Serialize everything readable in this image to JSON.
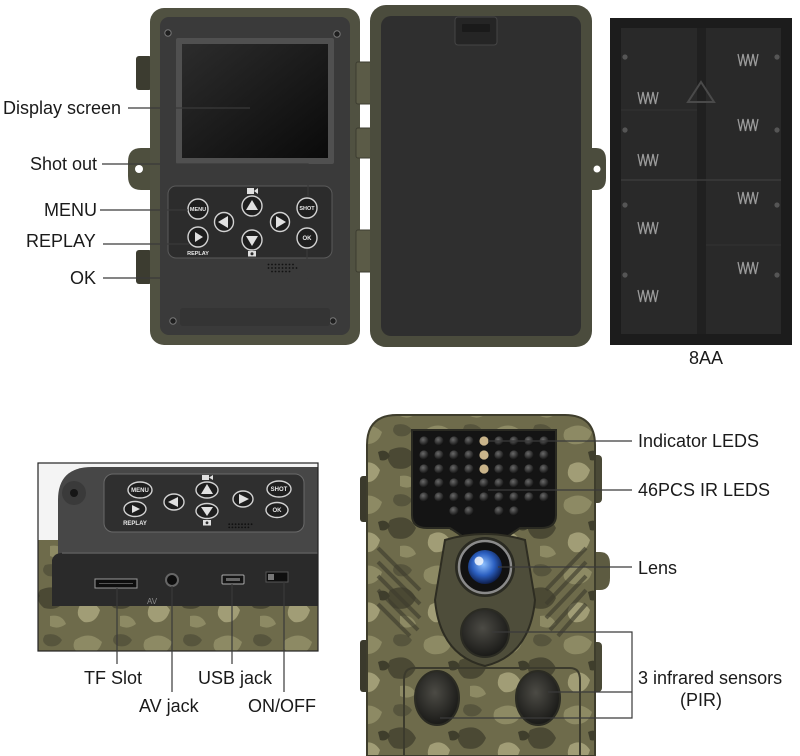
{
  "callouts": {
    "display_screen": "Display screen",
    "shot_out": "Shot out",
    "menu": "MENU",
    "replay": "REPLAY",
    "ok": "OK",
    "battery": "8AA",
    "indicator_leds": "Indicator LEDS",
    "ir_leds": "46PCS IR LEDS",
    "lens": "Lens",
    "pir_line1": "3 infrared sensors",
    "pir_line2": "(PIR)",
    "tf_slot": "TF Slot",
    "av_jack": "AV jack",
    "usb_jack": "USB jack",
    "on_off": "ON/OFF"
  },
  "device_buttons": {
    "menu": "MENU",
    "shot": "SHOT",
    "ok": "OK",
    "replay": "REPLAY"
  },
  "port_markings": {
    "av": "AV"
  },
  "icons": [
    "play-icon",
    "arrow-left-icon",
    "arrow-up-icon",
    "arrow-down-icon",
    "arrow-right-icon",
    "video-icon",
    "camera-icon"
  ],
  "colors": {
    "housing_olive": "#505141",
    "camo_base": "#6e6b4b",
    "lens_blue": "#2b5fc0",
    "indicator_led": "#c9b48a",
    "label_text": "#1a1a1a"
  }
}
